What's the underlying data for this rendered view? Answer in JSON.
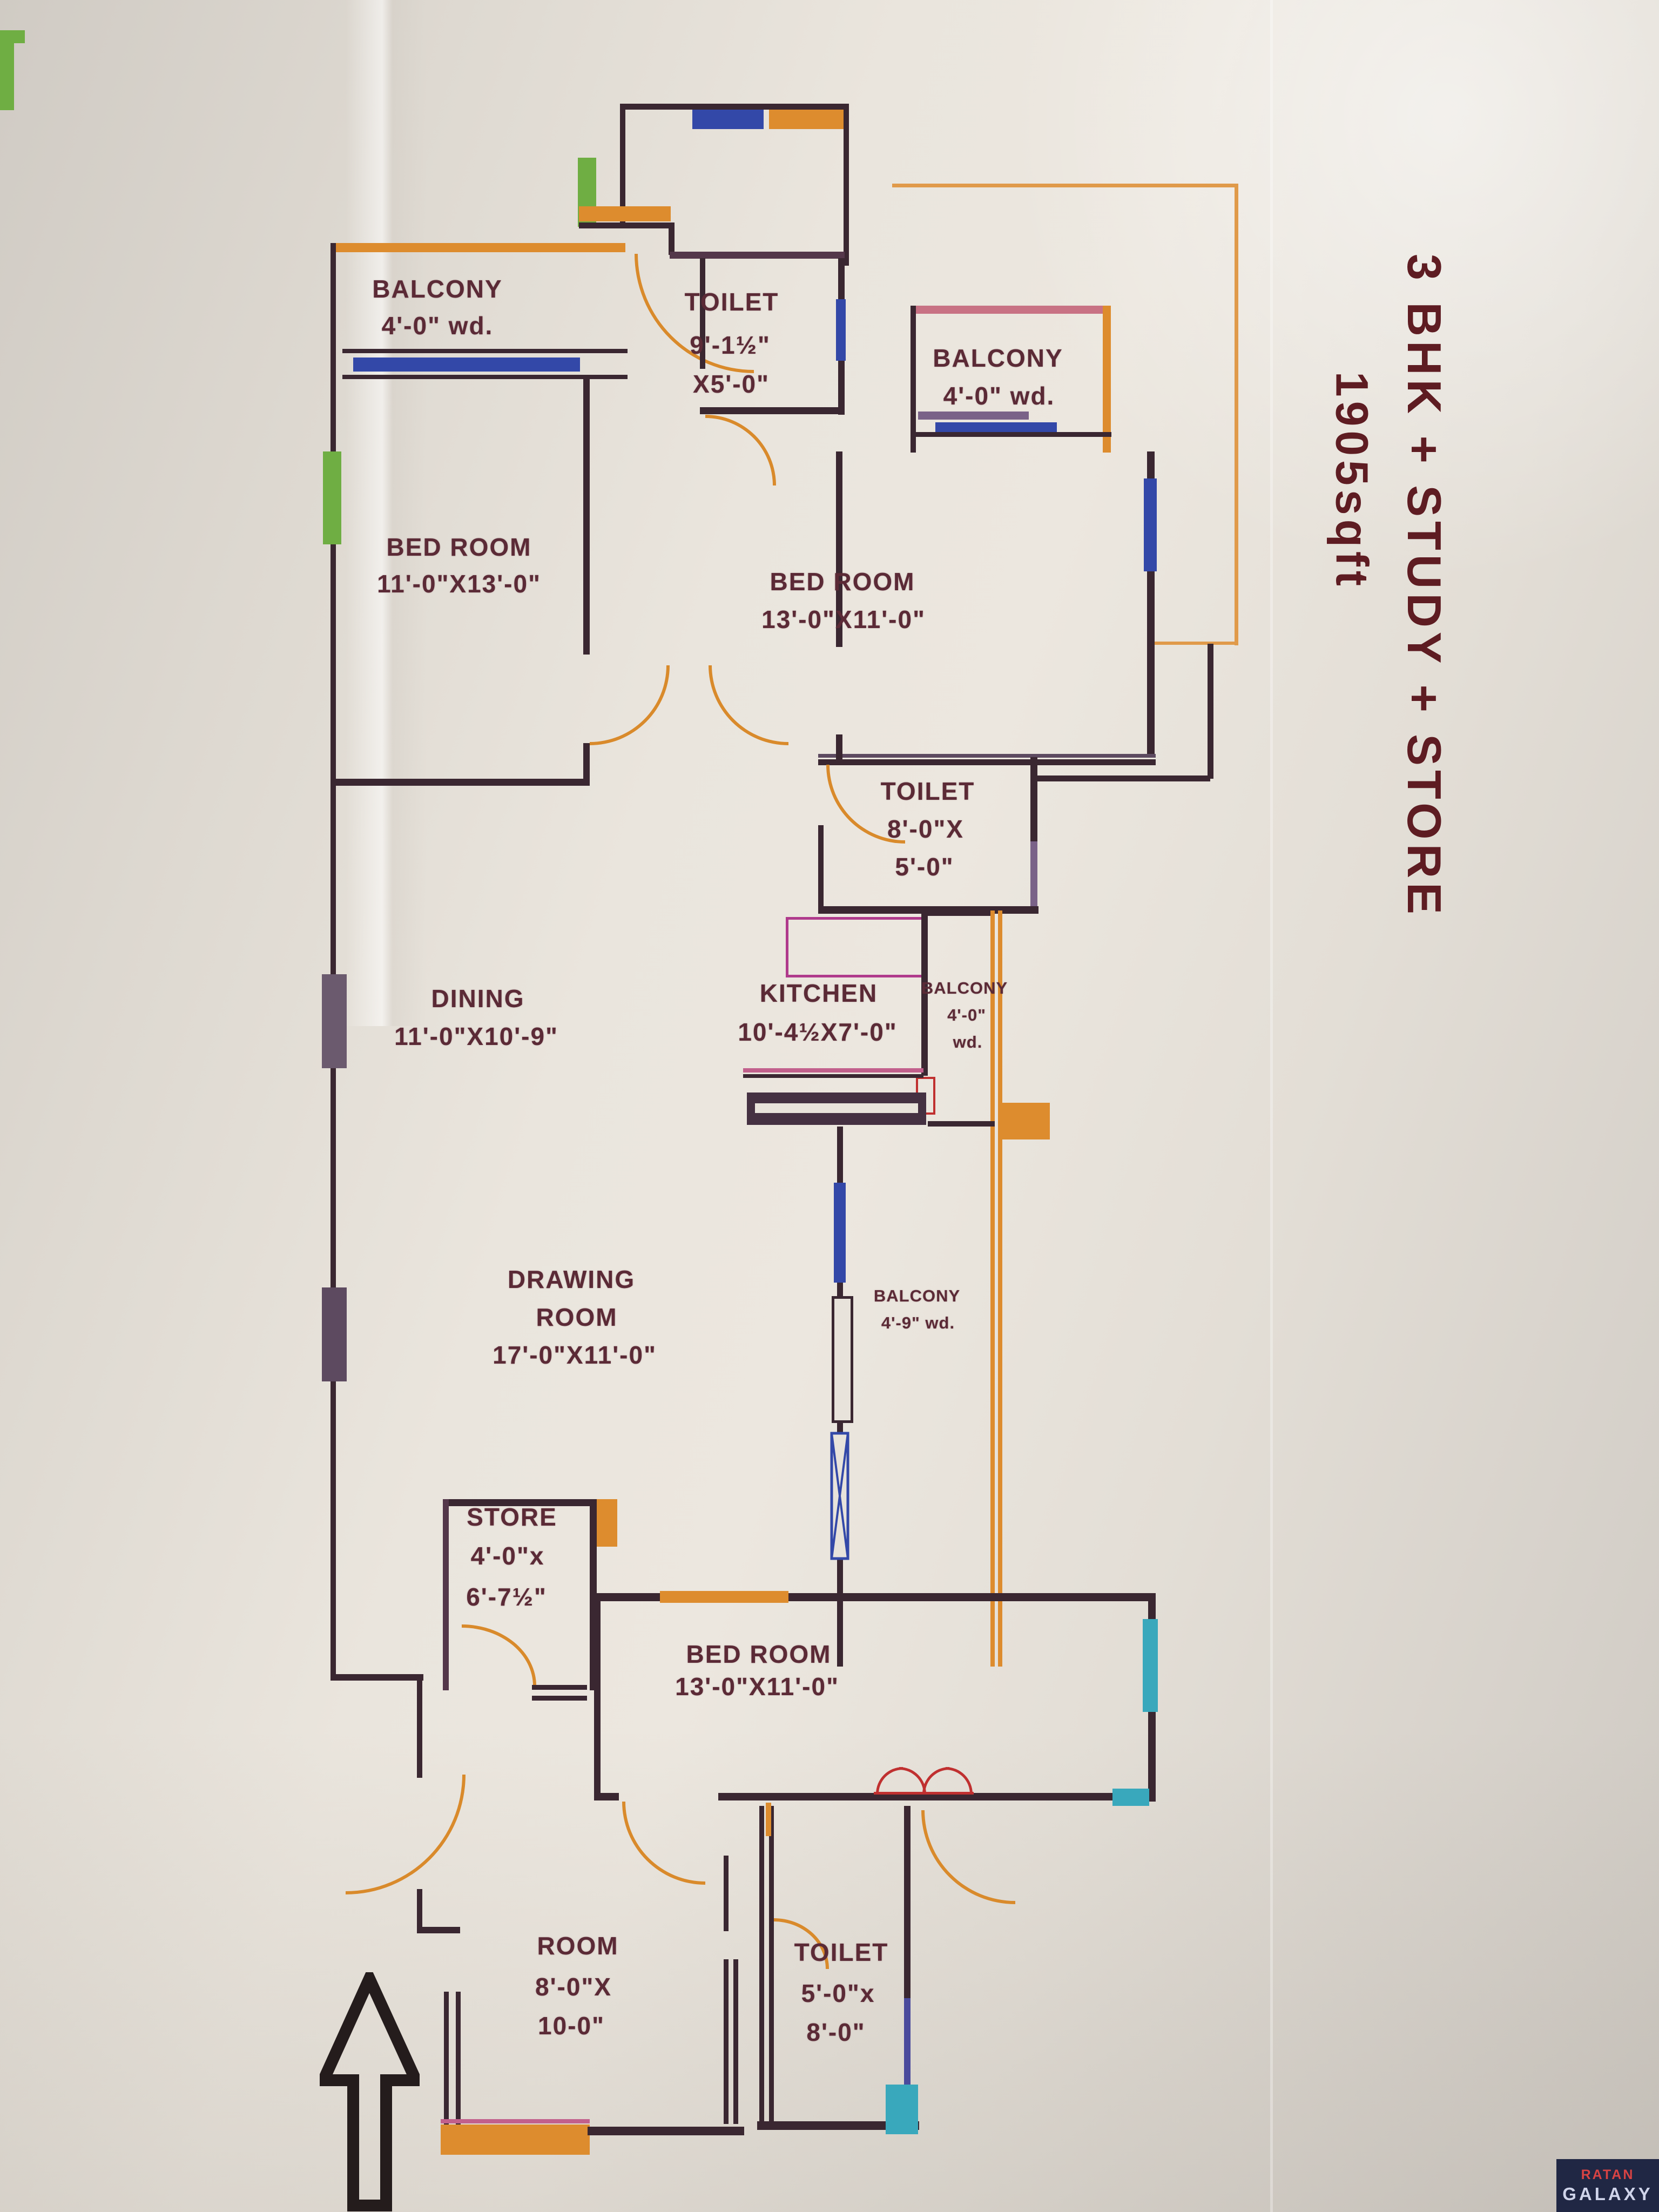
{
  "title": {
    "line1": "3 BHK + STUDY + STORE",
    "line2": "1905sqft"
  },
  "rooms": {
    "balcony_top_left": {
      "name": "BALCONY",
      "dim": "4'-0\" wd."
    },
    "toilet_top": {
      "name": "TOILET",
      "dim_line1": "9'-1½\"",
      "dim_line2": "X5'-0\""
    },
    "balcony_top_right": {
      "name": "BALCONY",
      "dim": "4'-0\" wd."
    },
    "bedroom_top_left": {
      "name": "BED ROOM",
      "dim": "11'-0\"X13'-0\""
    },
    "bedroom_top_right": {
      "name": "BED ROOM",
      "dim": "13'-0\"X11'-0\""
    },
    "toilet_mid": {
      "name": "TOILET",
      "dim_line1": "8'-0\"X",
      "dim_line2": "5'-0\""
    },
    "dining": {
      "name": "DINING",
      "dim": "11'-0\"X10'-9\""
    },
    "kitchen": {
      "name": "KITCHEN",
      "dim": "10'-4½X7'-0\""
    },
    "balcony_kitchen": {
      "name": "BALCONY",
      "dim_line1": "4'-0\"",
      "dim_line2": "wd."
    },
    "drawing_room": {
      "name_line1": "DRAWING",
      "name_line2": "ROOM",
      "dim": "17'-0\"X11'-0\""
    },
    "balcony_drawing": {
      "name": "BALCONY",
      "dim": "4'-9\" wd."
    },
    "store": {
      "name": "STORE",
      "dim_line1": "4'-0\"x",
      "dim_line2": "6'-7½\""
    },
    "bedroom_bottom": {
      "name": "BED ROOM",
      "dim": "13'-0\"X11'-0\""
    },
    "room_bottom": {
      "name": "ROOM",
      "dim_line1": "8'-0\"X",
      "dim_line2": "10-0\""
    },
    "toilet_bottom": {
      "name": "TOILET",
      "dim_line1": "5'-0\"x",
      "dim_line2": "8'-0\""
    }
  },
  "logo": {
    "line1": "RATAN",
    "line2": "GALAXY"
  },
  "icons": {
    "north_arrow": "hollow-up-arrow"
  },
  "colors": {
    "wall": "#3a2731",
    "orange_wall": "#dd8c2e",
    "pink_wall": "#c2608c",
    "blue_window": "#3348a8",
    "green_window": "#6fae43",
    "teal_window": "#39a8bc",
    "label_text": "#5b2a36",
    "title_text": "#5e1c22",
    "door_arc": "#d98a2b"
  }
}
